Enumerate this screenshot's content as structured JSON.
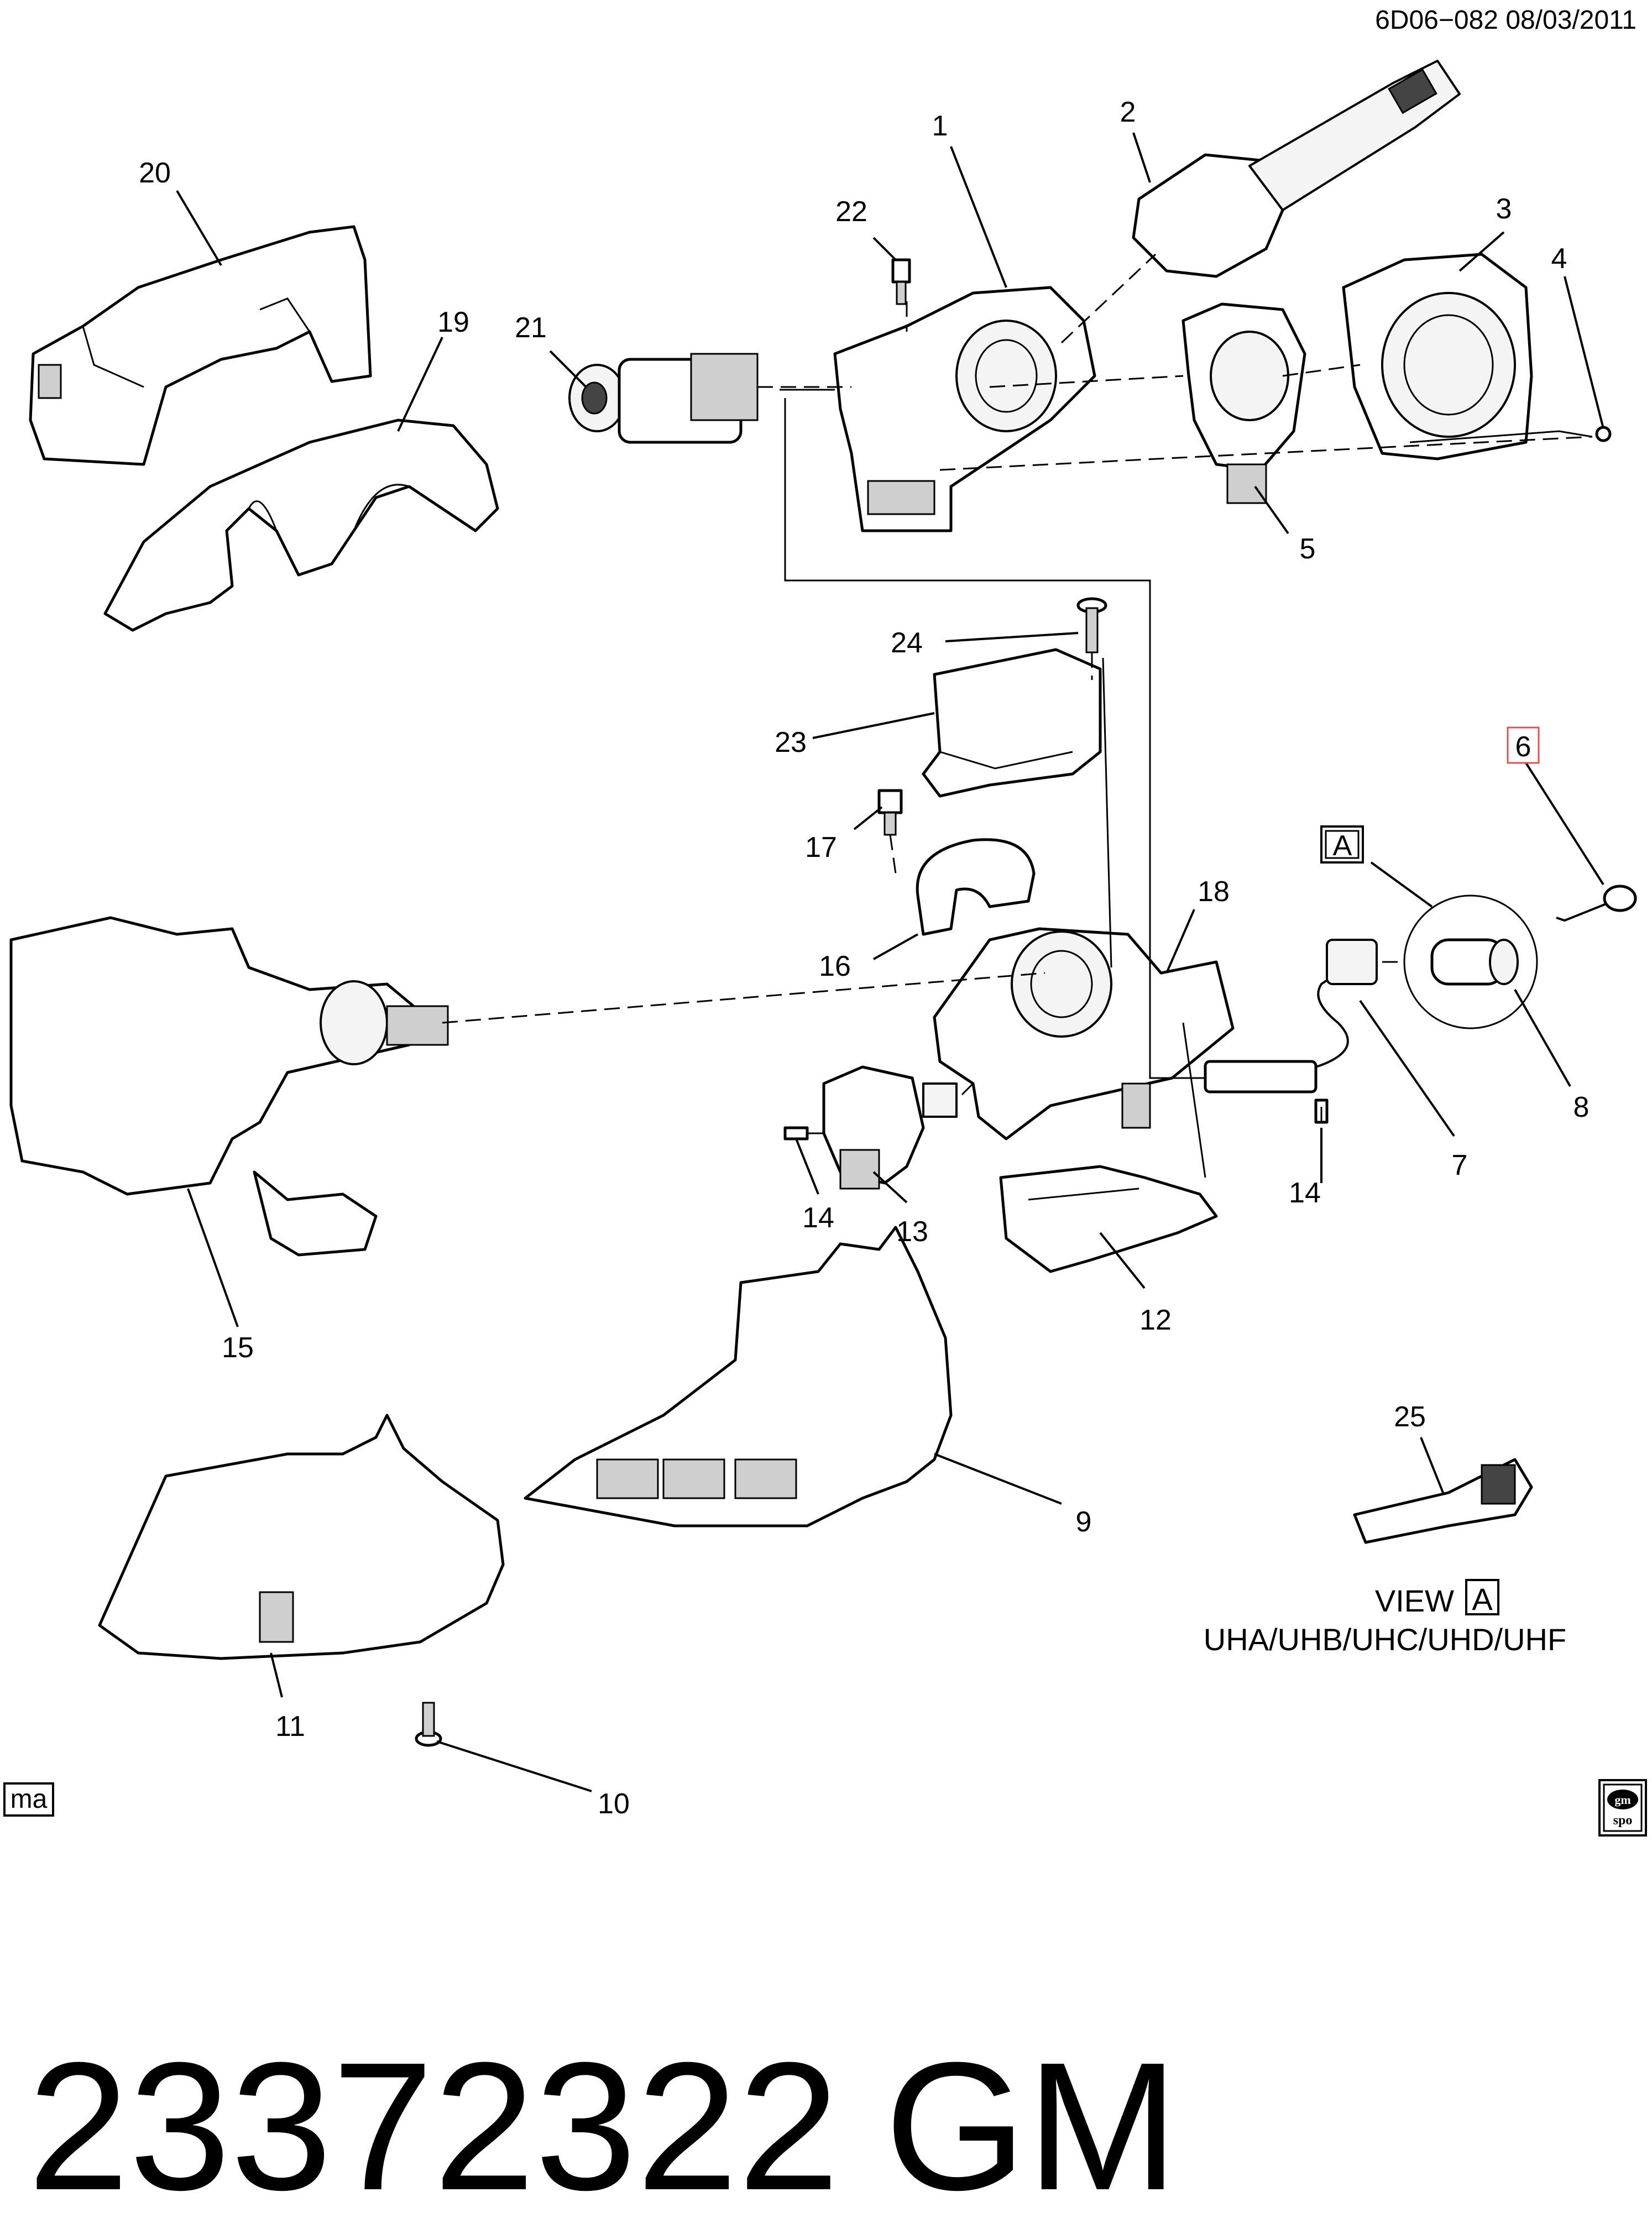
{
  "header": {
    "diagram_code": "6D06−082  08/03/2011"
  },
  "callouts": {
    "c1": "1",
    "c2": "2",
    "c3": "3",
    "c4": "4",
    "c5": "5",
    "c6": "6",
    "c7": "7",
    "c8": "8",
    "c9": "9",
    "c10": "10",
    "c11": "11",
    "c12": "12",
    "c13": "13",
    "c14a": "14",
    "c14b": "14",
    "c15": "15",
    "c16": "16",
    "c17": "17",
    "c18": "18",
    "c19": "19",
    "c20": "20",
    "c21": "21",
    "c22": "22",
    "c23": "23",
    "c24": "24",
    "c25": "25"
  },
  "view_box_letter": "A",
  "view_label": {
    "prefix": "VIEW",
    "letter": "A",
    "options": "UHA/UHB/UHC/UHD/UHF"
  },
  "corner_tags": {
    "left": "ma",
    "right_top": "gm",
    "right_bottom": "spo"
  },
  "footer": {
    "part_number": "23372322",
    "brand": "GM"
  },
  "colors": {
    "highlight_box": "#e05050",
    "ink": "#000000"
  }
}
